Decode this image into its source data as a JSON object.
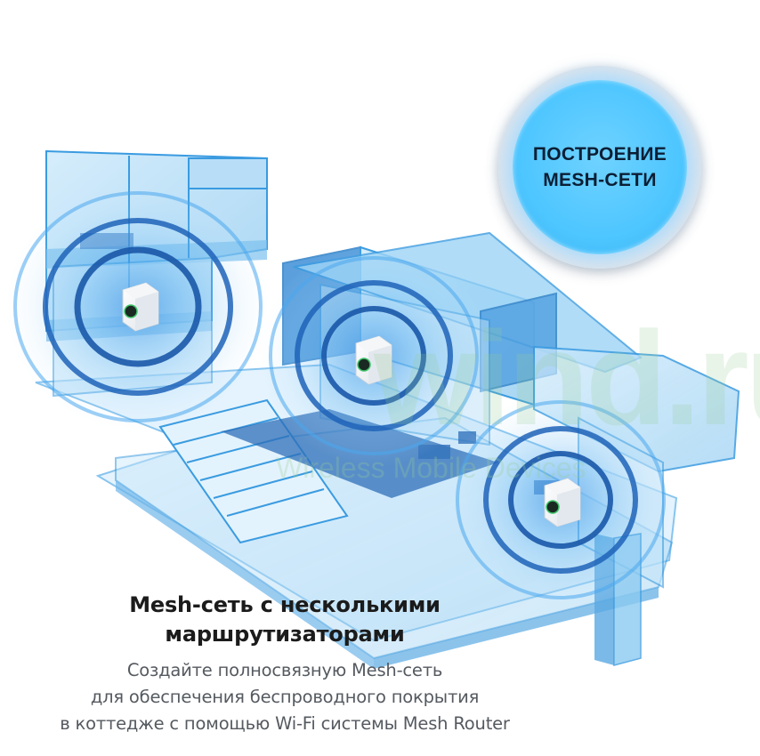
{
  "badge": {
    "line1": "ПОСТРОЕНИЕ",
    "line2": "MESH-СЕТИ"
  },
  "caption": {
    "title_line1": "Mesh-сеть с несколькими",
    "title_line2": "маршрутизаторами",
    "desc_line1": "Создайте полносвязную Mesh-сеть",
    "desc_line2": "для обеспечения беспроводного покрытия",
    "desc_line3": "в коттедже с помощью Wi-Fi системы Mesh Router"
  },
  "watermark": {
    "main": "wind.ru",
    "sub": "Wireless Mobile Devices"
  },
  "colors": {
    "glass_fill": "#a8d8f5",
    "glass_edge": "#3aa0e0",
    "signal_ring": "#1e63b8",
    "badge_blue": "#4ec6ff",
    "title_text": "#1b1b1b",
    "desc_text": "#555a60"
  },
  "icons": [
    "router-cube-icon",
    "signal-ring-icon"
  ]
}
